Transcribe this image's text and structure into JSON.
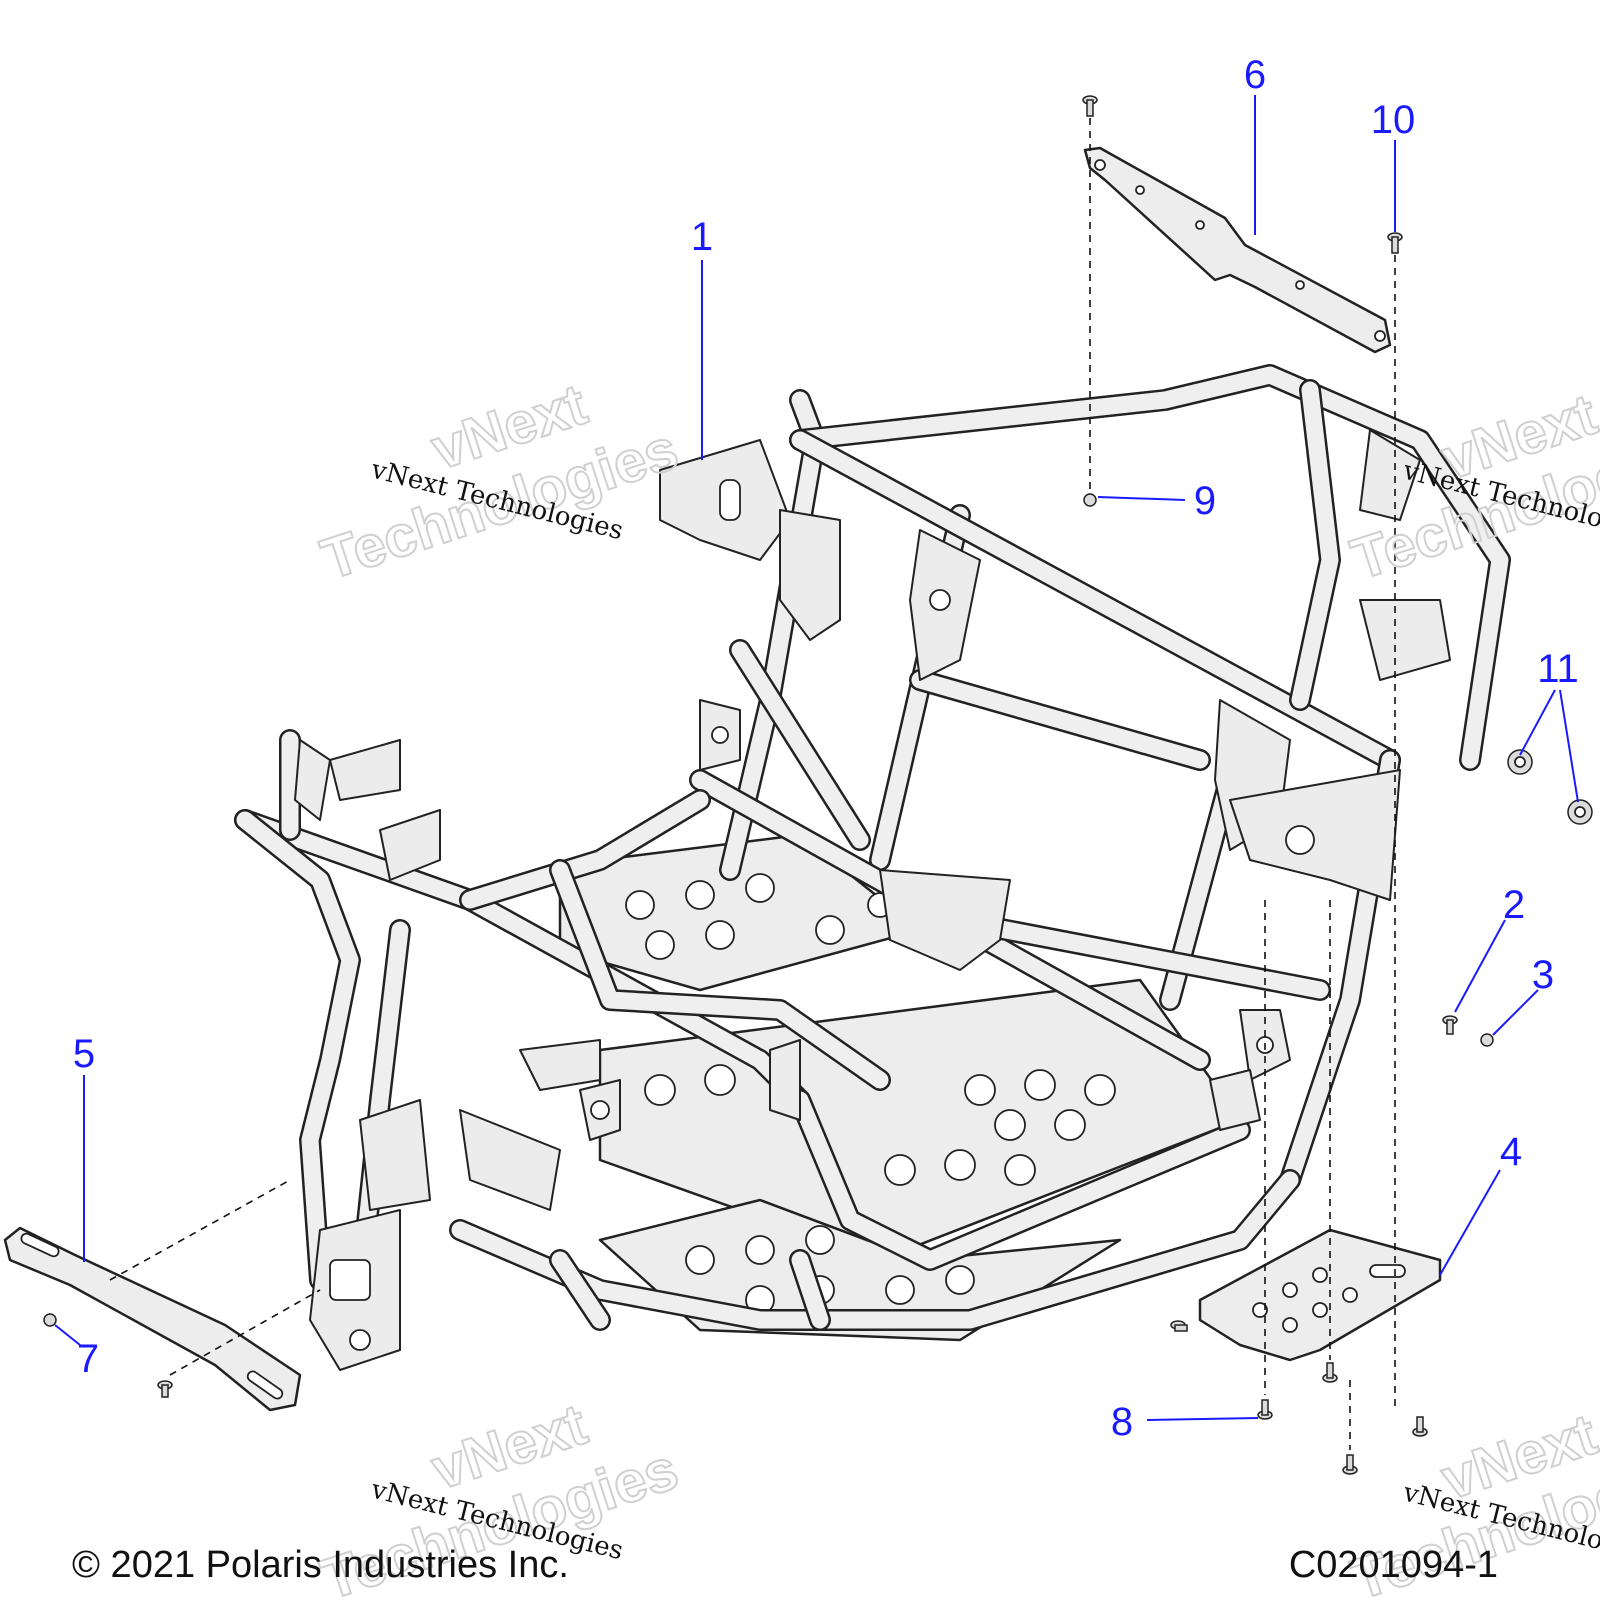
{
  "callouts": {
    "c1": "1",
    "c2": "2",
    "c3": "3",
    "c4": "4",
    "c5": "5",
    "c6": "6",
    "c7": "7",
    "c8": "8",
    "c9": "9",
    "c10": "10",
    "c11": "11"
  },
  "watermarks": {
    "w1_text": "vNext Technologies",
    "w1_outline_a": "vNext",
    "w1_outline_b": "Technologies",
    "w2_text": "vNext Technologies",
    "w2_outline_a": "vNext",
    "w2_outline_b": "Technologies",
    "w3_text": "vNext Technologies",
    "w3_outline_a": "vNext",
    "w3_outline_b": "Technologies",
    "w4_text": "vNext Technologies",
    "w4_outline_a": "vNext",
    "w4_outline_b": "Technologies"
  },
  "footer": {
    "copyright": "© 2021 Polaris Industries Inc.",
    "drawing_number": "C0201094-1"
  },
  "colors": {
    "callout": "#1a1aff",
    "line_art": "#222222",
    "fill": "#ececec"
  }
}
